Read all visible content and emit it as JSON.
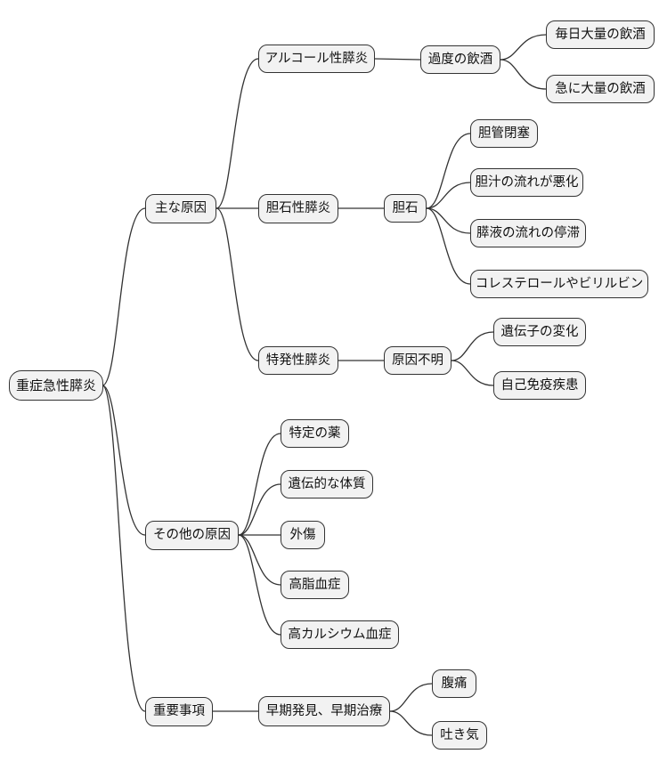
{
  "diagram": {
    "type": "mindmap",
    "direction": "left-to-right"
  },
  "colors": {
    "background": "#ffffff",
    "node_fill": "#f2f2f2",
    "node_border": "#333333",
    "edge": "#333333",
    "text": "#111111"
  },
  "tree": {
    "label": "重症急性膵炎",
    "children": [
      {
        "label": "主な原因",
        "children": [
          {
            "label": "アルコール性膵炎",
            "children": [
              {
                "label": "過度の飲酒",
                "children": [
                  {
                    "label": "毎日大量の飲酒"
                  },
                  {
                    "label": "急に大量の飲酒"
                  }
                ]
              }
            ]
          },
          {
            "label": "胆石性膵炎",
            "children": [
              {
                "label": "胆石",
                "children": [
                  {
                    "label": "胆管閉塞"
                  },
                  {
                    "label": "胆汁の流れが悪化"
                  },
                  {
                    "label": "膵液の流れの停滞"
                  },
                  {
                    "label": "コレステロールやビリルビン"
                  }
                ]
              }
            ]
          },
          {
            "label": "特発性膵炎",
            "children": [
              {
                "label": "原因不明",
                "children": [
                  {
                    "label": "遺伝子の変化"
                  },
                  {
                    "label": "自己免疫疾患"
                  }
                ]
              }
            ]
          }
        ]
      },
      {
        "label": "その他の原因",
        "children": [
          {
            "label": "特定の薬"
          },
          {
            "label": "遺伝的な体質"
          },
          {
            "label": "外傷"
          },
          {
            "label": "高脂血症"
          },
          {
            "label": "高カルシウム血症"
          }
        ]
      },
      {
        "label": "重要事項",
        "children": [
          {
            "label": "早期発見、早期治療",
            "children": [
              {
                "label": "腹痛"
              },
              {
                "label": "吐き気"
              }
            ]
          }
        ]
      }
    ]
  }
}
